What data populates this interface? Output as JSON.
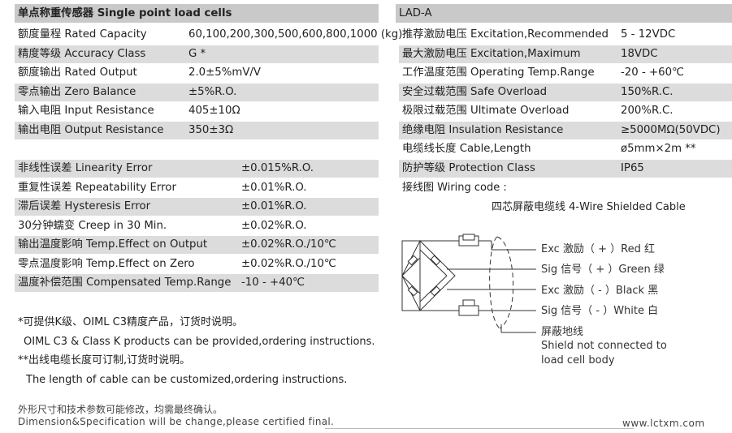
{
  "left_header": "单点称重传感器 Single point load cells",
  "right_header": "LAD-A",
  "left_rows_1": [
    {
      "label": "额度量程 Rated Capacity",
      "value": "60,100,200,300,500,600,800,1000 (kg)"
    },
    {
      "label": "精度等级 Accuracy Class",
      "value": "G *"
    },
    {
      "label": "额度输出 Rated Output",
      "value": "2.0±5%mV/V"
    },
    {
      "label": "零点输出 Zero Balance",
      "value": "±5%R.O."
    },
    {
      "label": "输入电阻 Input Resistance",
      "value": "405±10Ω"
    },
    {
      "label": "输出电阻 Output Resistance",
      "value": "350±3Ω"
    }
  ],
  "left_rows_2": [
    {
      "label": "非线性误差 Linearity Error",
      "value": "±0.015%R.O."
    },
    {
      "label": "重复性误差 Repeatability Error",
      "value": "±0.01%R.O."
    },
    {
      "label": "滞后误差 Hysteresis Error",
      "value": "±0.01%R.O."
    },
    {
      "label": "30分钟蠕变 Creep in 30 Min.",
      "value": "±0.02%R.O."
    },
    {
      "label": "输出温度影响 Temp.Effect on Output",
      "value": "±0.02%R.O./10℃"
    },
    {
      "label": "零点温度影响 Temp.Effect on Zero",
      "value": "±0.02%R.O./10℃"
    },
    {
      "label": "温度补偿范围 Compensated Temp.Range",
      "value": "-10 - +40℃"
    }
  ],
  "right_rows": [
    {
      "label": "推荐激励电压 Excitation,Recommended",
      "value": "5 - 12VDC"
    },
    {
      "label": "最大激励电压 Excitation,Maximum",
      "value": "18VDC"
    },
    {
      "label": "工作温度范围 Operating Temp.Range",
      "value": "-20 - +60℃"
    },
    {
      "label": "安全过载范围 Safe Overload",
      "value": "150%R.C."
    },
    {
      "label": "极限过载范围 Ultimate Overload",
      "value": "200%R.C."
    },
    {
      "label": "绝缘电阻 Insulation Resistance",
      "value": "≥5000MΩ(50VDC)"
    },
    {
      "label": "电缆线长度 Cable,Length",
      "value": "ø5mm×2m **"
    },
    {
      "label": "防护等级 Protection Class",
      "value": "IP65"
    }
  ],
  "wiring_title": "接线图 Wiring code :",
  "wiring_subtitle": "四芯屏蔽电缆线 4-Wire Shielded Cable",
  "wires": [
    "Exc 激励（ + ）Red 红",
    "Sig 信号（ + ）Green 绿",
    "Exc 激励（ - ）Black 黑",
    "Sig 信号（ - ）White 白"
  ],
  "shield_lines": [
    "屏蔽地线",
    "Shield not connected to",
    "load cell body"
  ],
  "notes": [
    "*可提供K级、OIML C3精度产品，订货时说明。",
    "OIML C3 & Class K products can be provided,ordering instructions.",
    "**出线电缆长度可订制,订货时说明。",
    "The length of cable can be customized,ordering instructions."
  ],
  "footer_cn": "外形尺寸和技术参数可能修改，均需最终确认。",
  "footer_en": "Dimension&Specification will be change,please certified final.",
  "website": "www.lctxm.com"
}
